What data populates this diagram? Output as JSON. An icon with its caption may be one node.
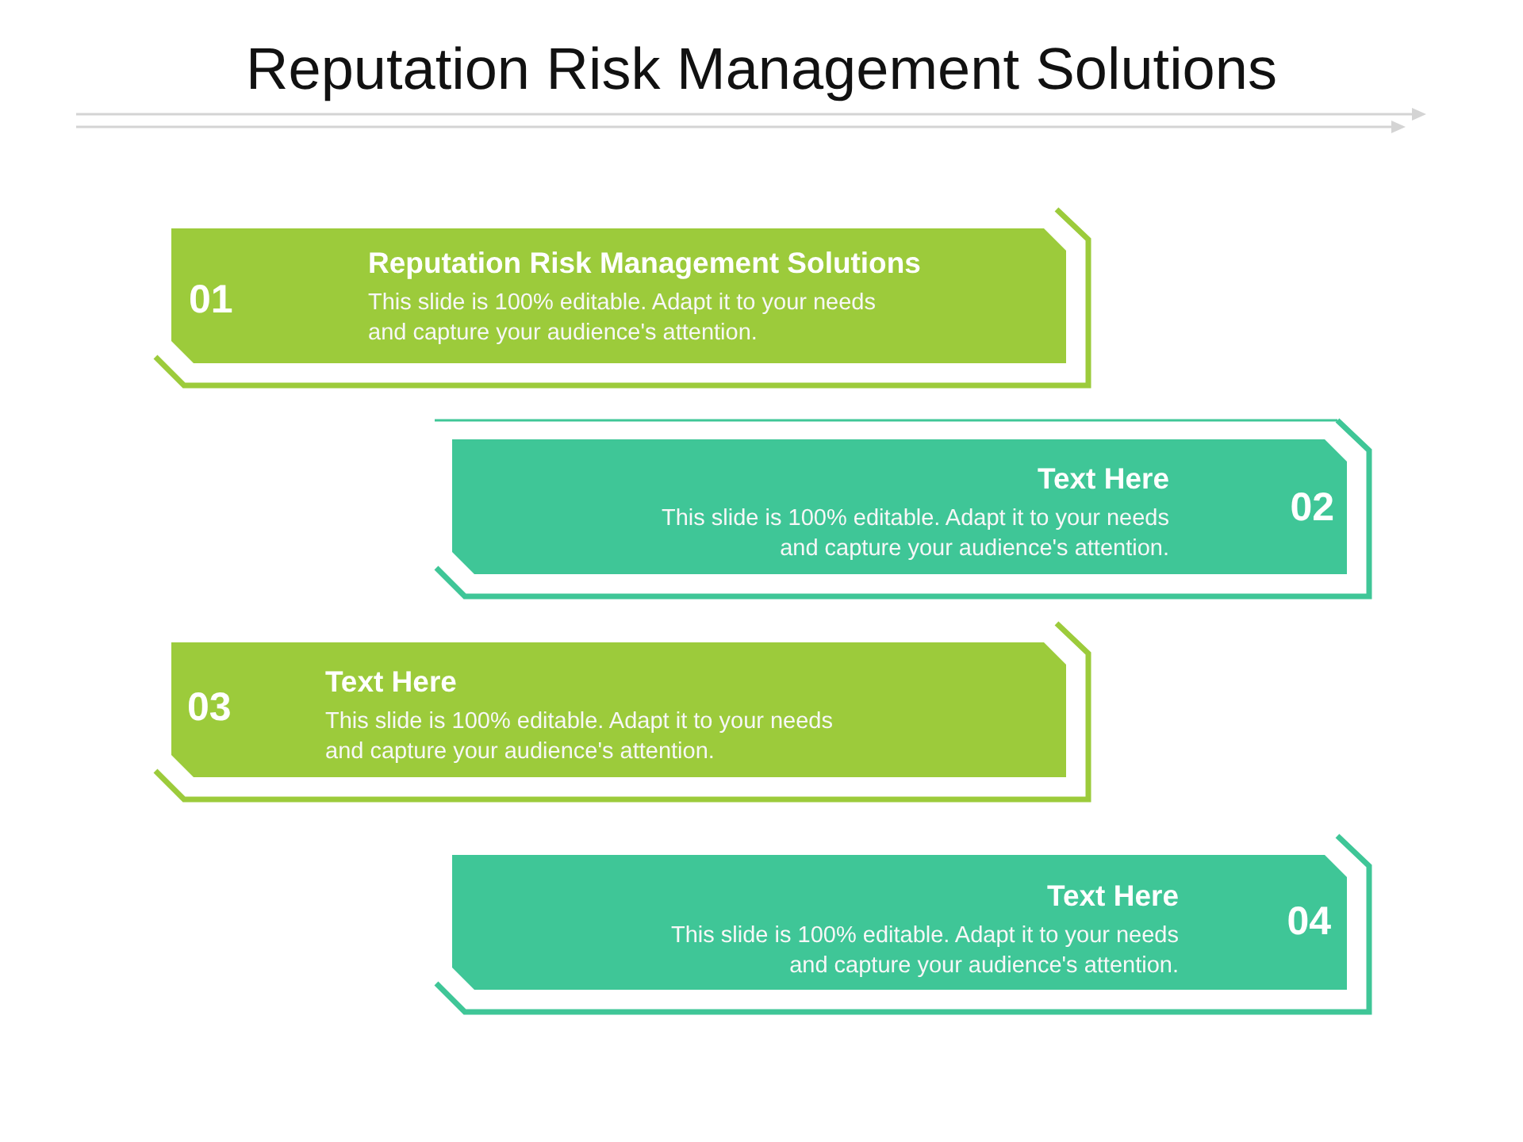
{
  "diagram": {
    "title": "Reputation Risk Management Solutions",
    "nodes": [
      {
        "text": [
          "01",
          "Reputation Risk Management Solutions",
          "This slide is 100% editable. Adapt it to your needs and capture your audience's attention."
        ]
      },
      {
        "text": [
          "02",
          "Text Here",
          "This slide is 100% editable. Adapt it to your needs and capture your audience's attention."
        ]
      },
      {
        "text": [
          "03",
          "Text Here",
          "This slide is 100% editable. Adapt it to your needs and capture your audience's attention."
        ]
      },
      {
        "text": [
          "04",
          "Text Here",
          "This slide is 100% editable. Adapt it to your needs and capture your audience's attention."
        ]
      }
    ]
  }
}
